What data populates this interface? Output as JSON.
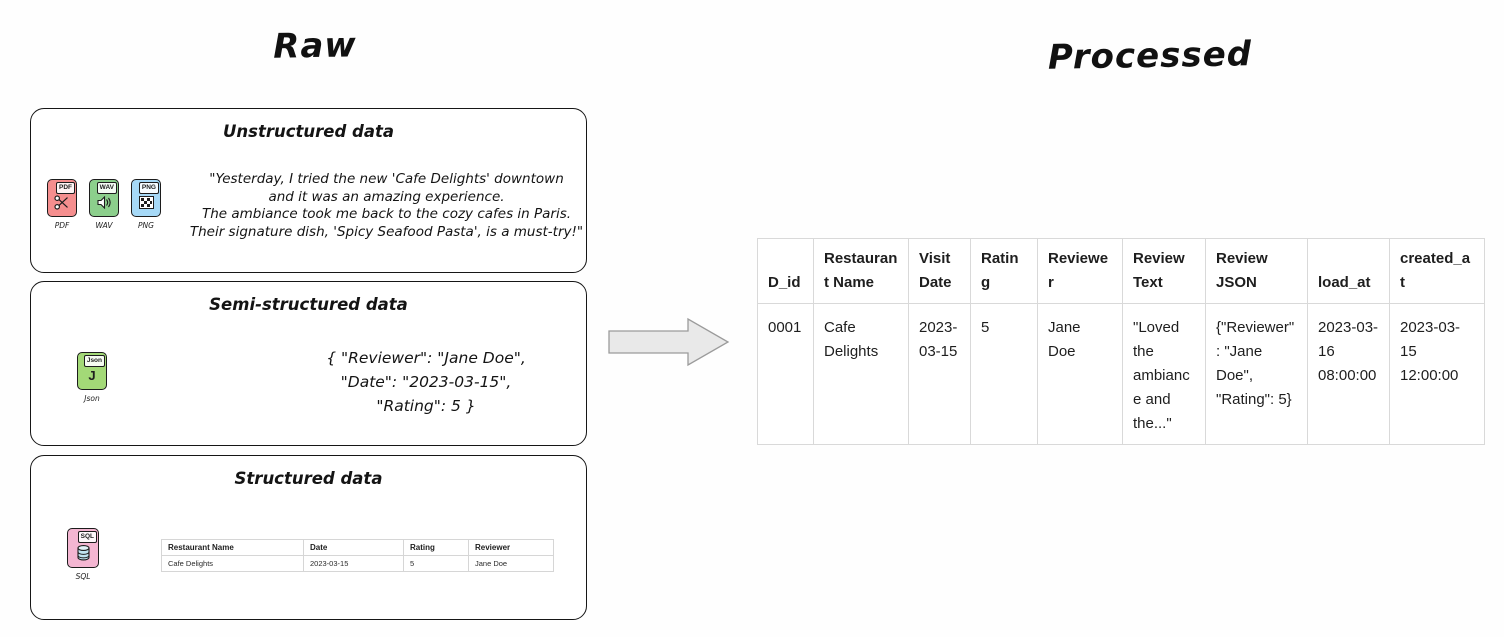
{
  "raw": {
    "title": "Raw",
    "unstructured": {
      "title": "Unstructured data",
      "files": [
        {
          "tag": "PDF",
          "caption": "PDF"
        },
        {
          "tag": "WAV",
          "caption": "WAV"
        },
        {
          "tag": "PNG",
          "caption": "PNG"
        }
      ],
      "quote_lines": [
        "\"Yesterday, I tried the new 'Cafe Delights' downtown",
        "and it was an amazing experience.",
        "The ambiance took me back to the cozy cafes in Paris.",
        "Their signature dish, 'Spicy Seafood Pasta', is a must-try!\""
      ]
    },
    "semi_structured": {
      "title": "Semi-structured data",
      "file": {
        "tag": "Json",
        "caption": "Json"
      },
      "json_lines": [
        "{  \"Reviewer\": \"Jane Doe\",",
        "\"Date\": \"2023-03-15\",",
        "\"Rating\": 5   }"
      ]
    },
    "structured": {
      "title": "Structured data",
      "file": {
        "tag": "SQL",
        "caption": "SQL"
      },
      "table": {
        "headers": [
          "Restaurant Name",
          "Date",
          "Rating",
          "Reviewer"
        ],
        "row": [
          "Cafe Delights",
          "2023-03-15",
          "5",
          "Jane Doe"
        ]
      }
    }
  },
  "processed": {
    "title": "Processed",
    "table": {
      "headers": [
        "D_id",
        "Restaurant Name",
        "Visit Date",
        "Rating",
        "Reviewer",
        "Review Text",
        "Review JSON",
        "load_at",
        "created_at"
      ],
      "row": [
        "0001",
        "Cafe Delights",
        "2023-03-15",
        "5",
        "Jane Doe",
        "\"Loved the ambiance and the...\"",
        "{\"Reviewer\": \"Jane Doe\", \"Rating\": 5}",
        "2023-03-16 08:00:00",
        "2023-03-15 12:00:00"
      ]
    }
  }
}
